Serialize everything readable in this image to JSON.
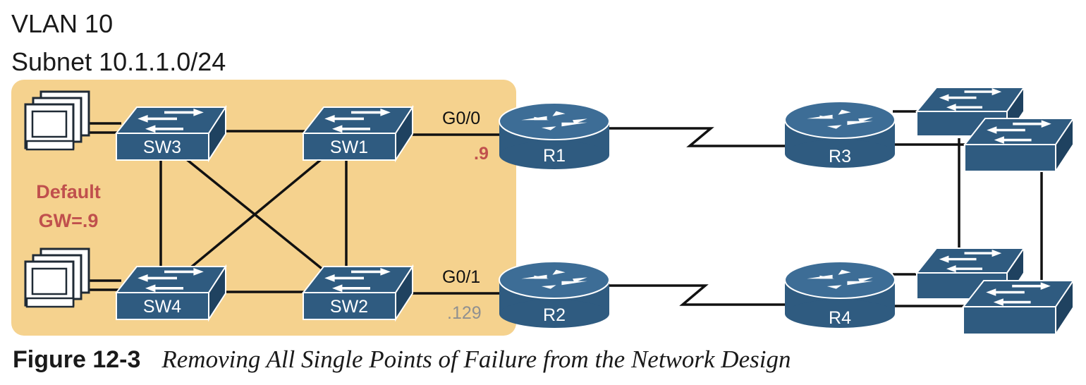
{
  "header": {
    "vlan": "VLAN 10",
    "subnet": "Subnet 10.1.1.0/24"
  },
  "labels": {
    "default_gw_line1": "Default",
    "default_gw_line2": "GW=.9"
  },
  "switches": {
    "sw1": "SW1",
    "sw2": "SW2",
    "sw3": "SW3",
    "sw4": "SW4"
  },
  "routers": {
    "r1": "R1",
    "r2": "R2",
    "r3": "R3",
    "r4": "R4"
  },
  "interfaces": {
    "r1_port": "G0/0",
    "r1_ip": ".9",
    "r2_port": "G0/1",
    "r2_ip": ".129"
  },
  "caption": {
    "label": "Figure 12-3",
    "text": "Removing All Single Points of Failure from the Network Design"
  },
  "colors": {
    "subnet_area": "#f5d28e",
    "device_blue": "#2f5b80",
    "accent_red": "#c0504d"
  }
}
